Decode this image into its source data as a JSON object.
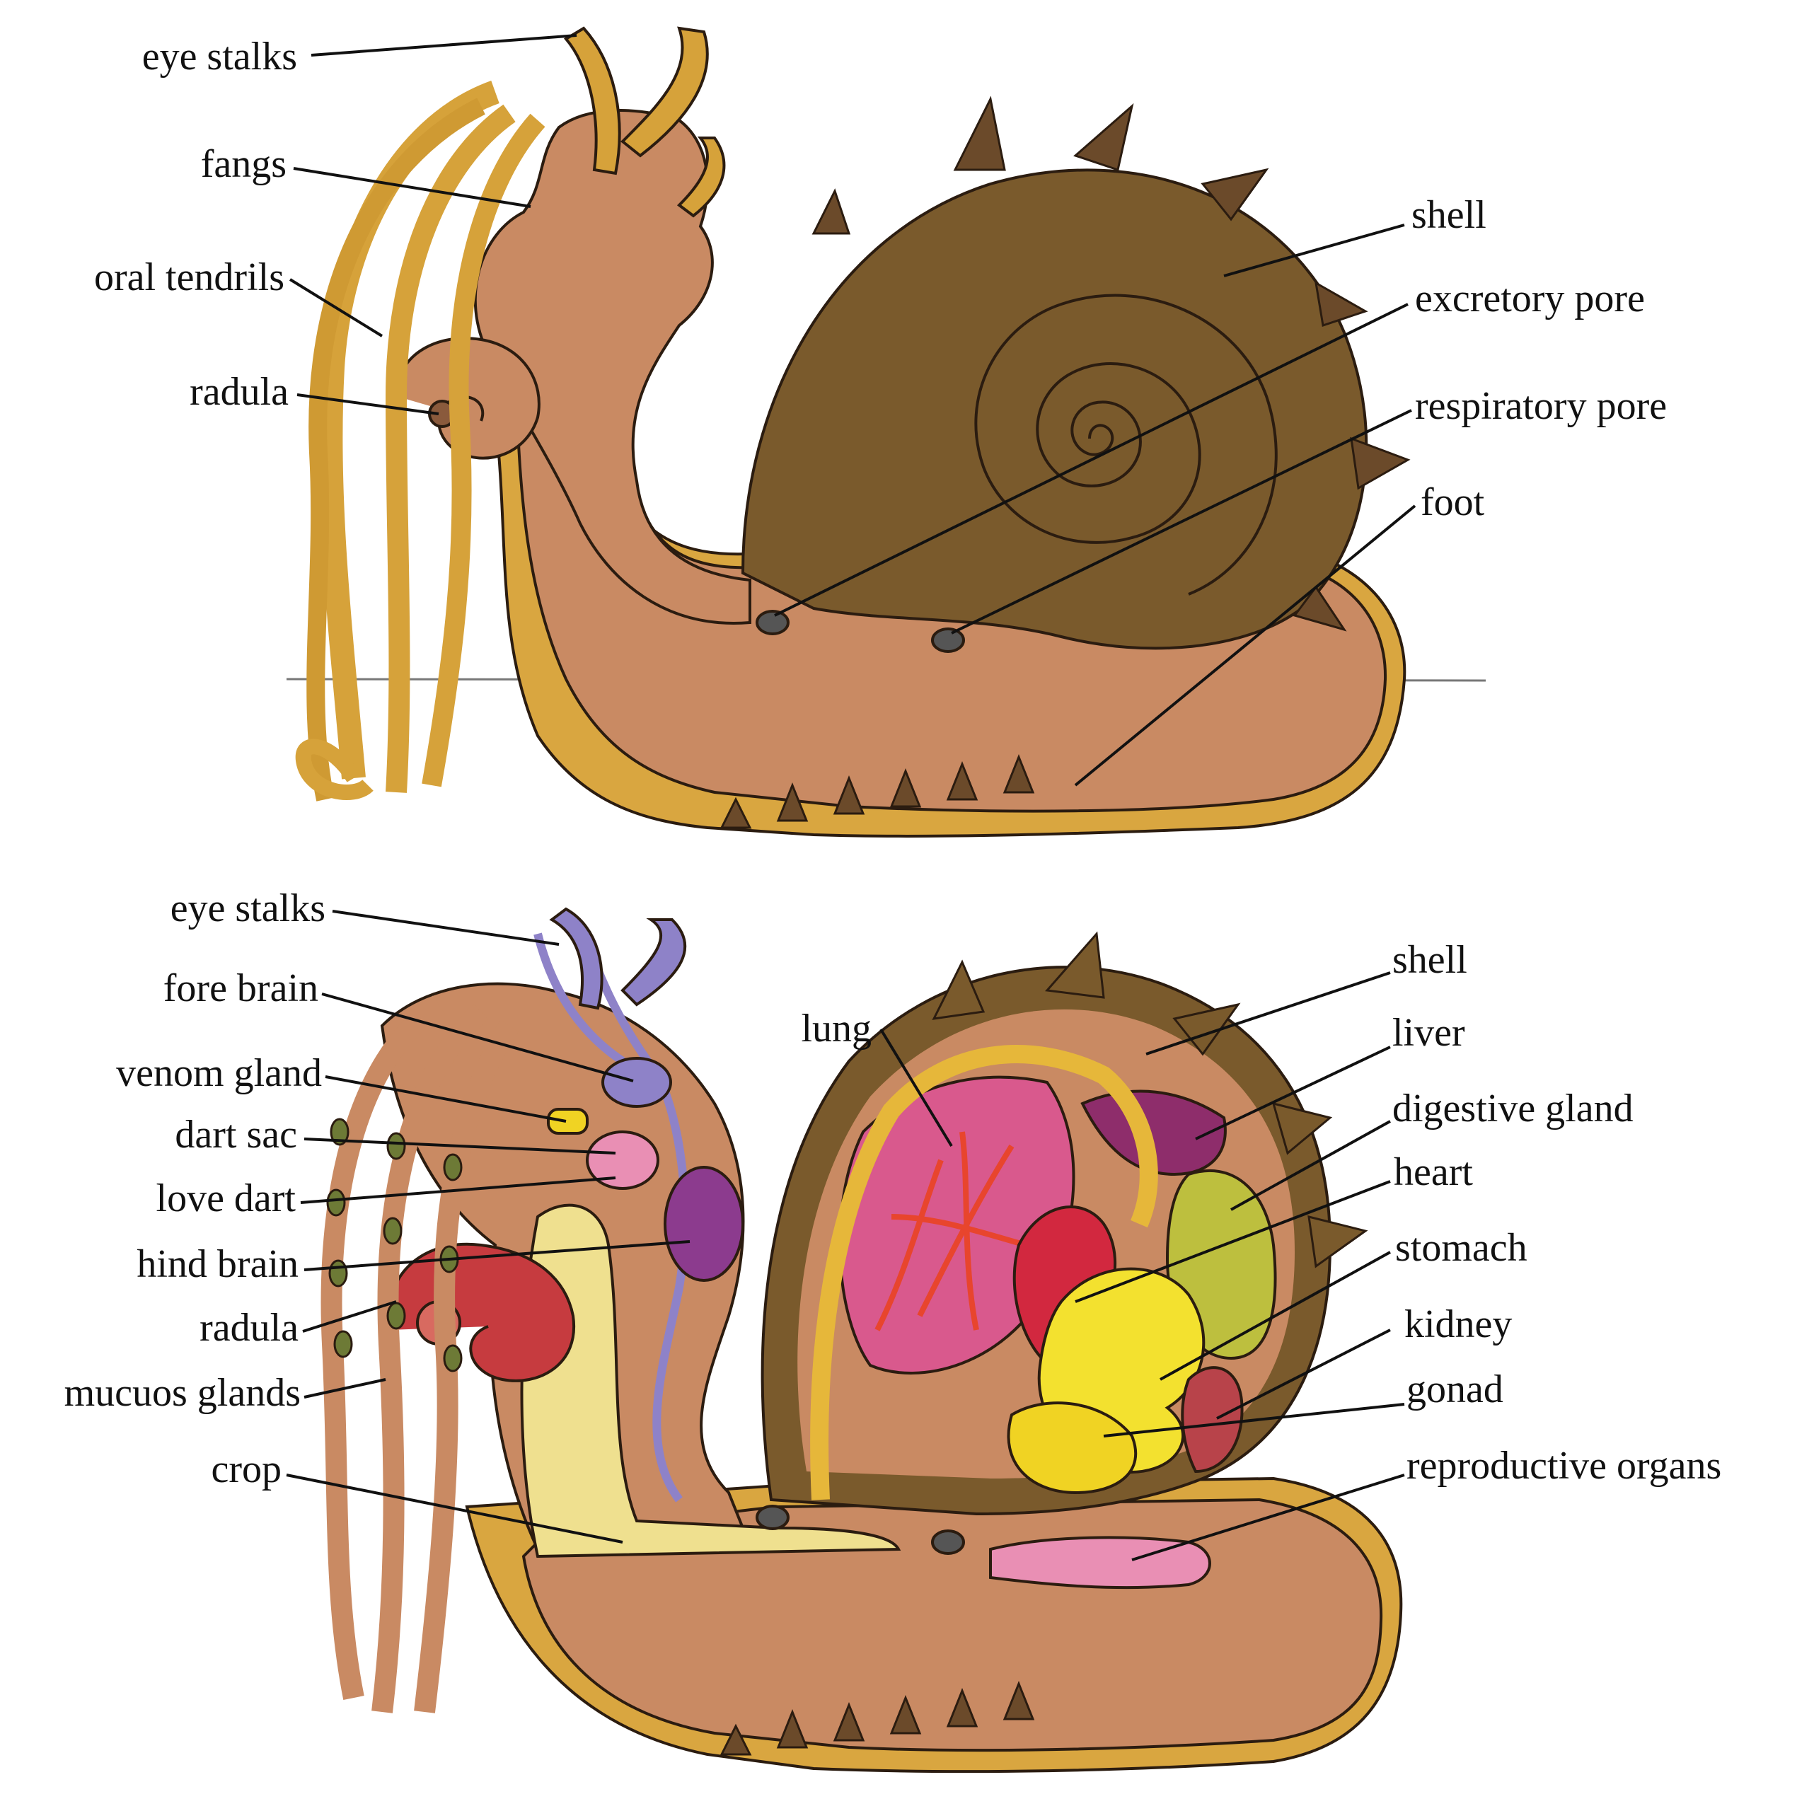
{
  "colors": {
    "body": "#c98a63",
    "shell": "#7a5a2c",
    "tendril": "#d6a23a",
    "foot_rim": "#d9a640",
    "lung": "#d9598d",
    "vessels": "#e8452d",
    "heart": "#d2283f",
    "liver": "#8e2d6b",
    "digestive_gland": "#bdbf3e",
    "stomach": "#f3e12f",
    "kidney": "#b8434a",
    "gonad": "#f0d323",
    "nerves": "#8e82c8",
    "hind_brain": "#8c3b8e",
    "radula": "#c63b3f",
    "mucous_glands": "#6d7a36"
  },
  "external_view": {
    "labels": [
      {
        "id": "eye-stalks",
        "text": "eye stalks"
      },
      {
        "id": "fangs",
        "text": "fangs"
      },
      {
        "id": "oral-tendrils",
        "text": "oral tendrils"
      },
      {
        "id": "radula",
        "text": "radula"
      },
      {
        "id": "shell",
        "text": "shell"
      },
      {
        "id": "excretory-pore",
        "text": "excretory pore"
      },
      {
        "id": "respiratory-pore",
        "text": "respiratory pore"
      },
      {
        "id": "foot",
        "text": "foot"
      }
    ]
  },
  "internal_view": {
    "labels": [
      {
        "id": "eye-stalks",
        "text": "eye stalks"
      },
      {
        "id": "fore-brain",
        "text": "fore brain"
      },
      {
        "id": "venom-gland",
        "text": "venom gland"
      },
      {
        "id": "dart-sac",
        "text": "dart sac"
      },
      {
        "id": "love-dart",
        "text": "love dart"
      },
      {
        "id": "hind-brain",
        "text": "hind brain"
      },
      {
        "id": "radula",
        "text": "radula"
      },
      {
        "id": "mucuos-glands",
        "text": "mucuos glands"
      },
      {
        "id": "crop",
        "text": "crop"
      },
      {
        "id": "lung",
        "text": "lung"
      },
      {
        "id": "shell",
        "text": "shell"
      },
      {
        "id": "liver",
        "text": "liver"
      },
      {
        "id": "digestive-gland",
        "text": "digestive gland"
      },
      {
        "id": "heart",
        "text": "heart"
      },
      {
        "id": "stomach",
        "text": "stomach"
      },
      {
        "id": "kidney",
        "text": "kidney"
      },
      {
        "id": "gonad",
        "text": "gonad"
      },
      {
        "id": "reproductive-organs",
        "text": "reproductive organs"
      }
    ]
  }
}
